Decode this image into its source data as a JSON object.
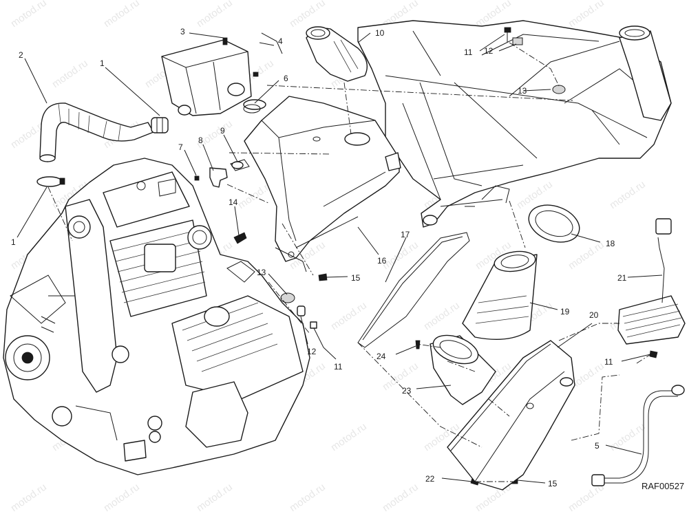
{
  "figure_code": "RAF00527",
  "watermark": {
    "text": "motod.ru"
  },
  "callouts": [
    {
      "label": "1"
    },
    {
      "label": "1"
    },
    {
      "label": "1"
    },
    {
      "label": "2"
    },
    {
      "label": "3"
    },
    {
      "label": "4"
    },
    {
      "label": "5"
    },
    {
      "label": "6"
    },
    {
      "label": "7"
    },
    {
      "label": "8"
    },
    {
      "label": "9"
    },
    {
      "label": "10"
    },
    {
      "label": "11"
    },
    {
      "label": "11"
    },
    {
      "label": "11"
    },
    {
      "label": "12"
    },
    {
      "label": "12"
    },
    {
      "label": "13"
    },
    {
      "label": "13"
    },
    {
      "label": "14"
    },
    {
      "label": "15"
    },
    {
      "label": "15"
    },
    {
      "label": "16"
    },
    {
      "label": "17"
    },
    {
      "label": "18"
    },
    {
      "label": "19"
    },
    {
      "label": "20"
    },
    {
      "label": "21"
    },
    {
      "label": "22"
    },
    {
      "label": "23"
    },
    {
      "label": "24"
    }
  ]
}
